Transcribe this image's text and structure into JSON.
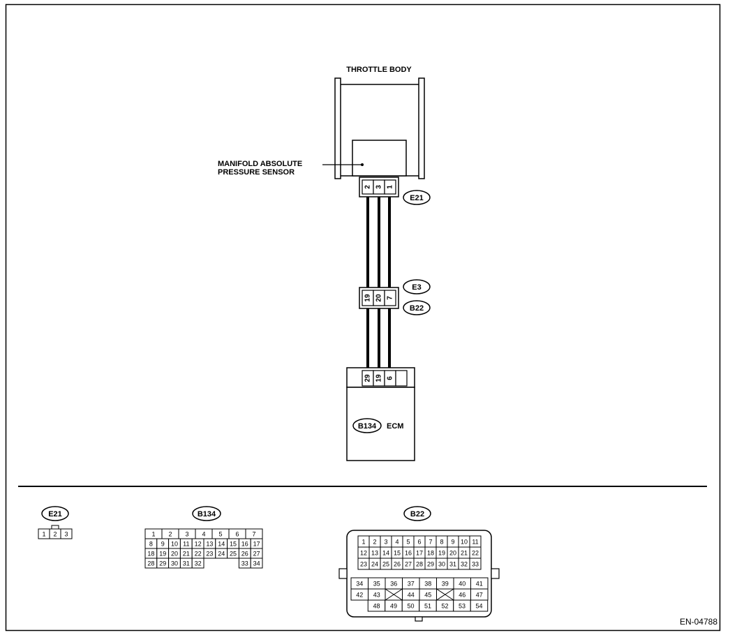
{
  "diagram": {
    "throttle_body_label": "THROTTLE BODY",
    "sensor_label_line1": "MANIFOLD ABSOLUTE",
    "sensor_label_line2": "PRESSURE SENSOR",
    "ecm_label": "ECM",
    "figure_id": "EN-04788",
    "e21_pins": [
      "2",
      "3",
      "1"
    ],
    "joint_connector_pins": [
      "19",
      "20",
      "7"
    ],
    "ecm_pins": [
      "29",
      "19",
      "6"
    ],
    "connectors": {
      "e21": "E21",
      "e3": "E3",
      "b22": "B22",
      "b134": "B134"
    }
  },
  "faces": {
    "e21": {
      "label": "E21",
      "pins": [
        "1",
        "2",
        "3"
      ]
    },
    "b134": {
      "label": "B134",
      "row1": [
        "1",
        "2",
        "3",
        "4",
        "5",
        "6",
        "7"
      ],
      "row2": [
        "8",
        "9",
        "10",
        "11",
        "12",
        "13",
        "14",
        "15",
        "16",
        "17"
      ],
      "row3": [
        "18",
        "19",
        "20",
        "21",
        "22",
        "23",
        "24",
        "25",
        "26",
        "27"
      ],
      "row4": [
        "28",
        "29",
        "30",
        "31",
        "32",
        "",
        "",
        "",
        "33",
        "34"
      ]
    },
    "b22": {
      "label": "B22",
      "upper": [
        [
          "1",
          "2",
          "3",
          "4",
          "5",
          "6",
          "7",
          "8",
          "9",
          "10",
          "11"
        ],
        [
          "12",
          "13",
          "14",
          "15",
          "16",
          "17",
          "18",
          "19",
          "20",
          "21",
          "22"
        ],
        [
          "23",
          "24",
          "25",
          "26",
          "27",
          "28",
          "29",
          "30",
          "31",
          "32",
          "33"
        ]
      ],
      "lower": [
        [
          "34",
          "35",
          "36",
          "37",
          "38",
          "39",
          "40",
          "41"
        ],
        [
          "42",
          "43",
          "",
          "44",
          "45",
          "",
          "46",
          "47"
        ],
        [
          "48",
          "49",
          "50",
          "51",
          "52",
          "53",
          "54"
        ]
      ]
    }
  }
}
